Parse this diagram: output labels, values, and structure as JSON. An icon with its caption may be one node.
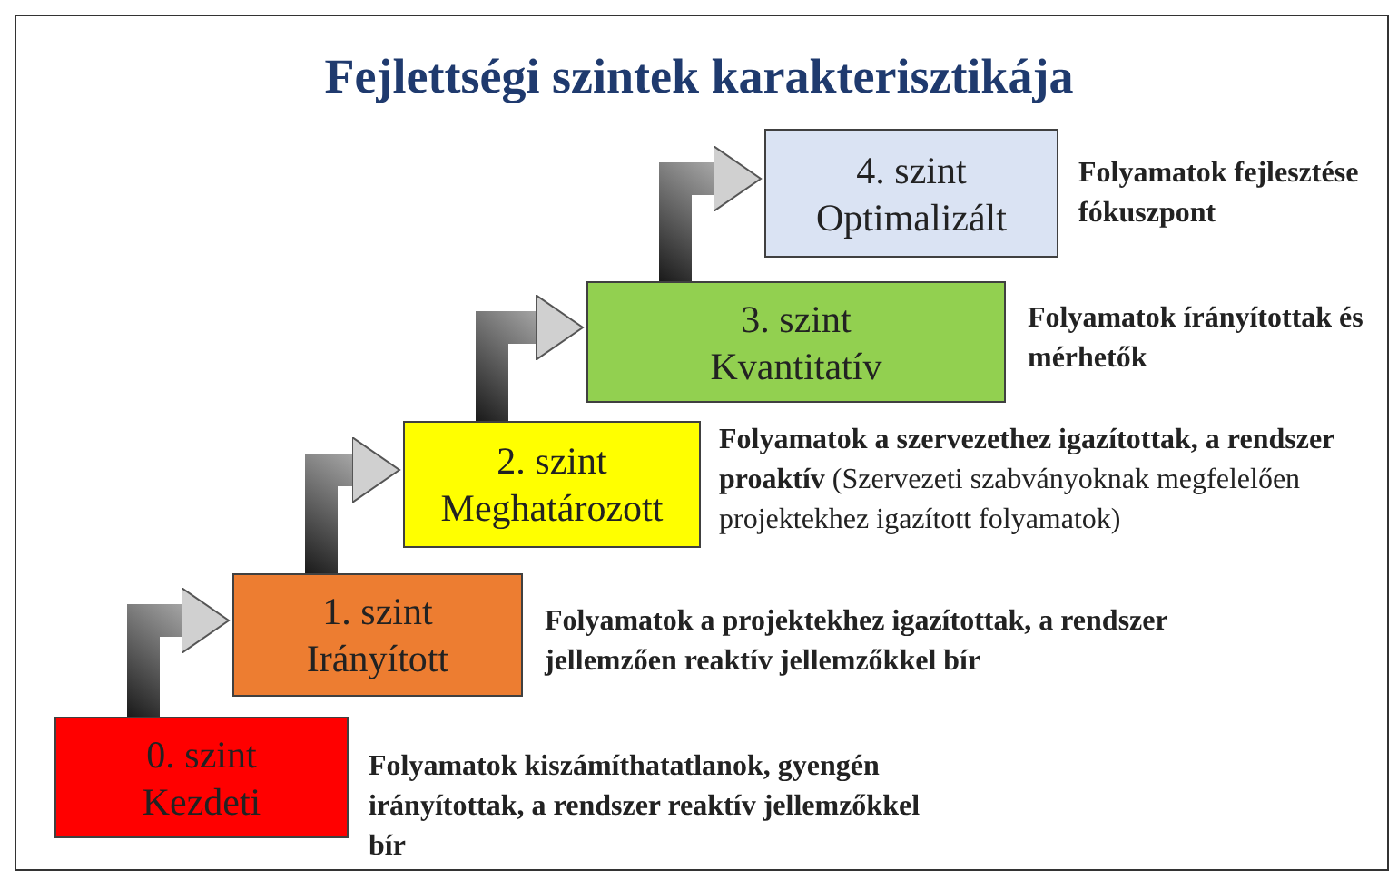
{
  "diagram": {
    "title": "Fejlettségi szintek karakterisztikája",
    "nodes": [
      {
        "text": [
          "0. szint",
          "Kezdeti"
        ],
        "beside": [
          "**Folyamatok kiszámíthatatlanok, gyengén irányítottak, a rendszer reaktív jellemzőkkel bír**"
        ]
      },
      {
        "text": [
          "1. szint",
          "Irányított"
        ],
        "beside": [
          "**Folyamatok a projektekhez igazítottak, a rendszer jellemzően reaktív jellemzőkkel bír**"
        ]
      },
      {
        "text": [
          "2. szint",
          "Meghatározott"
        ],
        "beside": [
          "**Folyamatok a szervezethez igazítottak, a rendszer proaktív** (Szervezeti szabványoknak megfelelően projektekhez igazított folyamatok)"
        ]
      },
      {
        "text": [
          "3. szint",
          "Kvantitatív"
        ],
        "beside": [
          "**Folyamatok írányítottak és mérhetők**"
        ]
      },
      {
        "text": [
          "4. szint",
          "Optimalizált"
        ],
        "beside": [
          "**Folyamatok fejlesztése fókuszpont**"
        ]
      }
    ],
    "edges": [
      {
        "from": 0,
        "to": 1,
        "arrow": "to",
        "style": "thick"
      },
      {
        "from": 1,
        "to": 2,
        "arrow": "to",
        "style": "thick"
      },
      {
        "from": 2,
        "to": 3,
        "arrow": "to",
        "style": "thick"
      },
      {
        "from": 3,
        "to": 4,
        "arrow": "to",
        "style": "thick"
      }
    ]
  }
}
